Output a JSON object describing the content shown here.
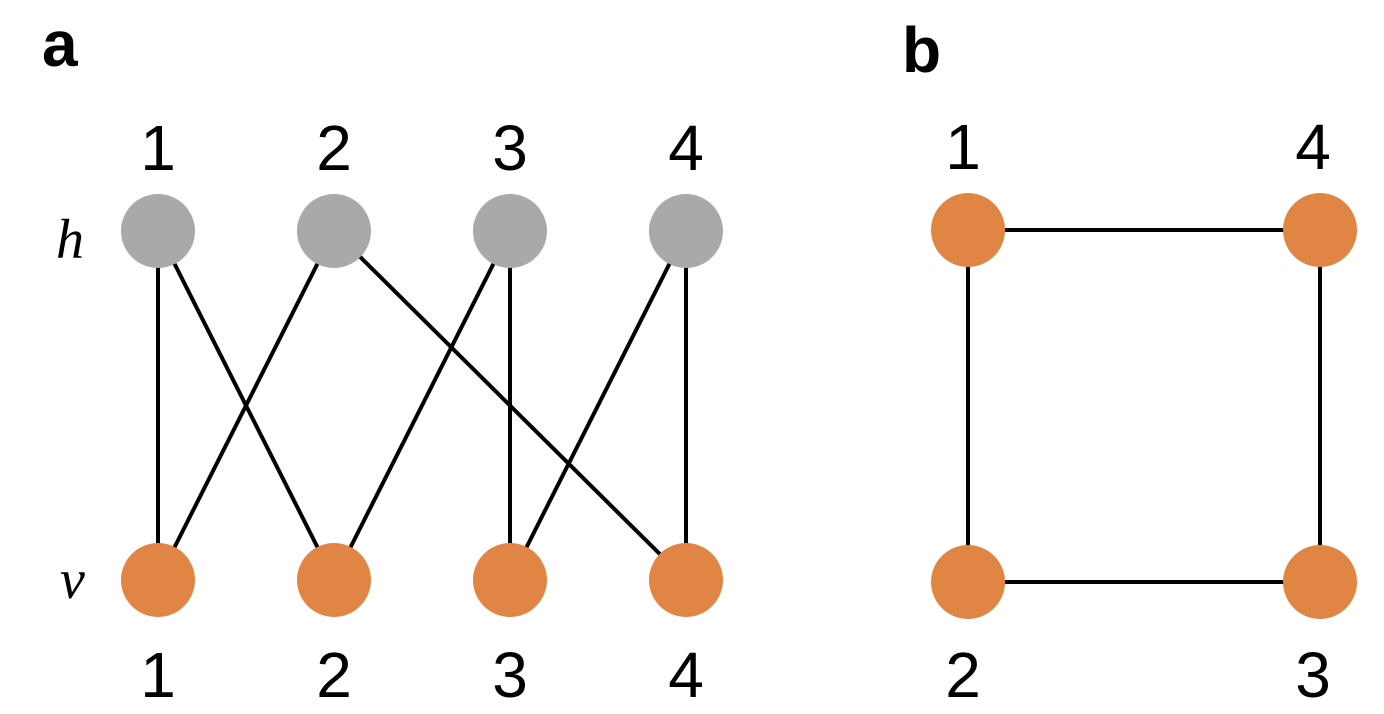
{
  "colors": {
    "hidden_node": "#A9A9A9",
    "visible_node": "#E08543",
    "edge": "#000000",
    "text": "#000000"
  },
  "panel_a": {
    "label": "a",
    "hidden_row_label": "h",
    "visible_row_label": "v",
    "hidden_nodes": [
      "1",
      "2",
      "3",
      "4"
    ],
    "visible_nodes": [
      "1",
      "2",
      "3",
      "4"
    ],
    "edges": [
      [
        "1",
        "1"
      ],
      [
        "1",
        "2"
      ],
      [
        "2",
        "1"
      ],
      [
        "2",
        "4"
      ],
      [
        "3",
        "2"
      ],
      [
        "3",
        "3"
      ],
      [
        "4",
        "3"
      ],
      [
        "4",
        "4"
      ]
    ]
  },
  "panel_b": {
    "label": "b",
    "nodes": [
      "1",
      "2",
      "3",
      "4"
    ],
    "edges": [
      [
        "1",
        "4"
      ],
      [
        "1",
        "2"
      ],
      [
        "2",
        "3"
      ],
      [
        "4",
        "3"
      ]
    ]
  }
}
